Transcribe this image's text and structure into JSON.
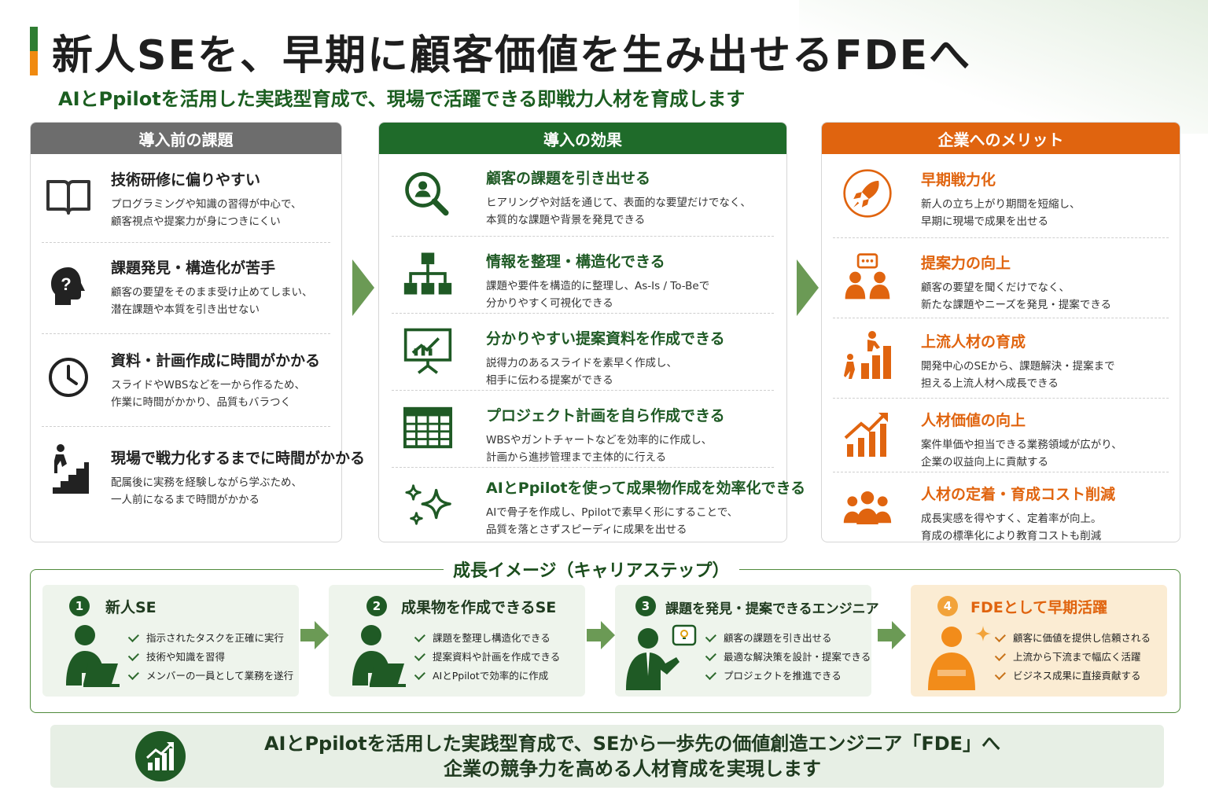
{
  "header": {
    "title": "新人SEを、早期に顧客価値を生み出せるFDEへ",
    "subtitle": "AIとPpilotを活用した実践型育成で、現場で活躍できる即戦力人材を育成します"
  },
  "colors": {
    "gray": "#666666",
    "green": "#1f6b2a",
    "orange": "#e0640f"
  },
  "before": {
    "heading": "導入前の課題",
    "items": [
      {
        "icon": "book-icon",
        "title": "技術研修に偏りやすい",
        "line1": "プログラミングや知識の習得が中心で、",
        "line2": "顧客視点や提案力が身につきにくい"
      },
      {
        "icon": "question-head-icon",
        "title": "課題発見・構造化が苦手",
        "line1": "顧客の要望をそのまま受け止めてしまい、",
        "line2": "潜在課題や本質を引き出せない"
      },
      {
        "icon": "clock-icon",
        "title": "資料・計画作成に時間がかかる",
        "line1": "スライドやWBSなどを一から作るため、",
        "line2": "作業に時間がかかり、品質もバラつく"
      },
      {
        "icon": "stairs-person-icon",
        "title": "現場で戦力化するまでに時間がかかる",
        "line1": "配属後に実務を経験しながら学ぶため、",
        "line2": "一人前になるまで時間がかかる"
      }
    ]
  },
  "effects": {
    "heading": "導入の効果",
    "items": [
      {
        "icon": "magnifier-person-icon",
        "title": "顧客の課題を引き出せる",
        "line1": "ヒアリングや対話を通じて、表面的な要望だけでなく、",
        "line2": "本質的な課題や背景を発見できる"
      },
      {
        "icon": "org-chart-icon",
        "title": "情報を整理・構造化できる",
        "line1": "課題や要件を構造的に整理し、As-Is / To-Beで",
        "line2": "分かりやすく可視化できる"
      },
      {
        "icon": "presentation-icon",
        "title": "分かりやすい提案資料を作成できる",
        "line1": "説得力のあるスライドを素早く作成し、",
        "line2": "相手に伝わる提案ができる"
      },
      {
        "icon": "grid-table-icon",
        "title": "プロジェクト計画を自ら作成できる",
        "line1": "WBSやガントチャートなどを効率的に作成し、",
        "line2": "計画から進捗管理まで主体的に行える"
      },
      {
        "icon": "sparkle-icon",
        "title": "AIとPpilotを使って成果物作成を効率化できる",
        "line1": "AIで骨子を作成し、Ppilotで素早く形にすることで、",
        "line2": "品質を落とさずスピーディに成果を出せる"
      }
    ]
  },
  "merits": {
    "heading": "企業へのメリット",
    "items": [
      {
        "icon": "rocket-icon",
        "title": "早期戦力化",
        "line1": "新人の立ち上がり期間を短縮し、",
        "line2": "早期に現場で成果を出せる"
      },
      {
        "icon": "team-chat-icon",
        "title": "提案力の向上",
        "line1": "顧客の要望を聞くだけでなく、",
        "line2": "新たな課題やニーズを発見・提案できる"
      },
      {
        "icon": "climbing-steps-icon",
        "title": "上流人材の育成",
        "line1": "開発中心のSEから、課題解決・提案まで",
        "line2": "担える上流人材へ成長できる"
      },
      {
        "icon": "growth-chart-icon",
        "title": "人材価値の向上",
        "line1": "案件単価や担当できる業務領域が広がり、",
        "line2": "企業の収益向上に貢献する"
      },
      {
        "icon": "group-icon",
        "title": "人材の定着・育成コスト削減",
        "line1": "成長実感を得やすく、定着率が向上。",
        "line2": "育成の標準化により教育コストも削減"
      }
    ]
  },
  "growth": {
    "title": "成長イメージ（キャリアステップ）",
    "steps": [
      {
        "num": "1",
        "label": "新人SE",
        "items": [
          "指示されたタスクを正確に実行",
          "技術や知識を習得",
          "メンバーの一員として業務を遂行"
        ]
      },
      {
        "num": "2",
        "label": "成果物を作成できるSE",
        "items": [
          "課題を整理し構造化できる",
          "提案資料や計画を作成できる",
          "AIとPpilotで効率的に作成"
        ]
      },
      {
        "num": "3",
        "label": "課題を発見・提案できるエンジニア",
        "items": [
          "顧客の課題を引き出せる",
          "最適な解決策を設計・提案できる",
          "プロジェクトを推進できる"
        ]
      },
      {
        "num": "4",
        "label": "FDEとして早期活躍",
        "items": [
          "顧客に価値を提供し信頼される",
          "上流から下流まで幅広く活躍",
          "ビジネス成果に直接貢献する"
        ]
      }
    ]
  },
  "footer": {
    "line1": "AIとPpilotを活用した実践型育成で、SEから一歩先の価値創造エンジニア「FDE」へ",
    "line2": "企業の競争力を高める人材育成を実現します"
  }
}
